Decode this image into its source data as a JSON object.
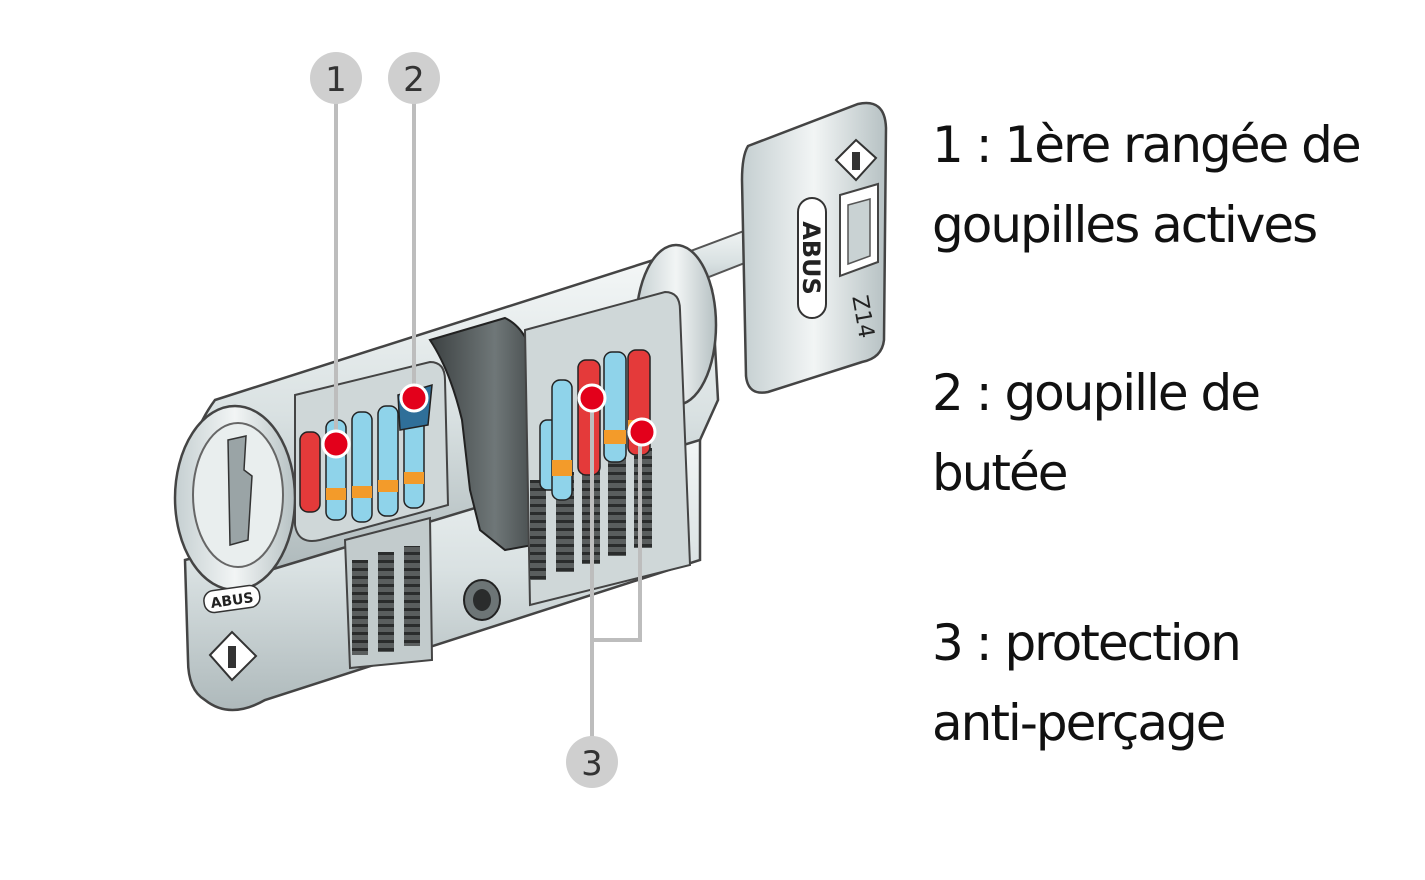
{
  "callouts": [
    {
      "number": "1"
    },
    {
      "number": "2"
    },
    {
      "number": "3"
    }
  ],
  "legend": [
    {
      "lines": [
        "1 : 1ère rangée de",
        "goupilles actives"
      ]
    },
    {
      "lines": [
        "2 : goupille de",
        "butée"
      ]
    },
    {
      "lines": [
        "3 : protection",
        "anti-perçage"
      ]
    }
  ],
  "key_markings": {
    "brand": "ABUS",
    "code": "Z14"
  },
  "cylinder_markings": {
    "brand": "ABUS"
  },
  "colors": {
    "callout_circle": "#cfcfcf",
    "leader_line": "#bdbdbd",
    "marker_dot": "#e3001b",
    "pin_blue": "#8fd3ea",
    "pin_red": "#e43a3a",
    "pin_orange": "#f39b2a",
    "metal": "#e6ecec"
  },
  "icons": [
    "cylinder-lock-icon",
    "key-icon",
    "diamond-logo-icon"
  ]
}
